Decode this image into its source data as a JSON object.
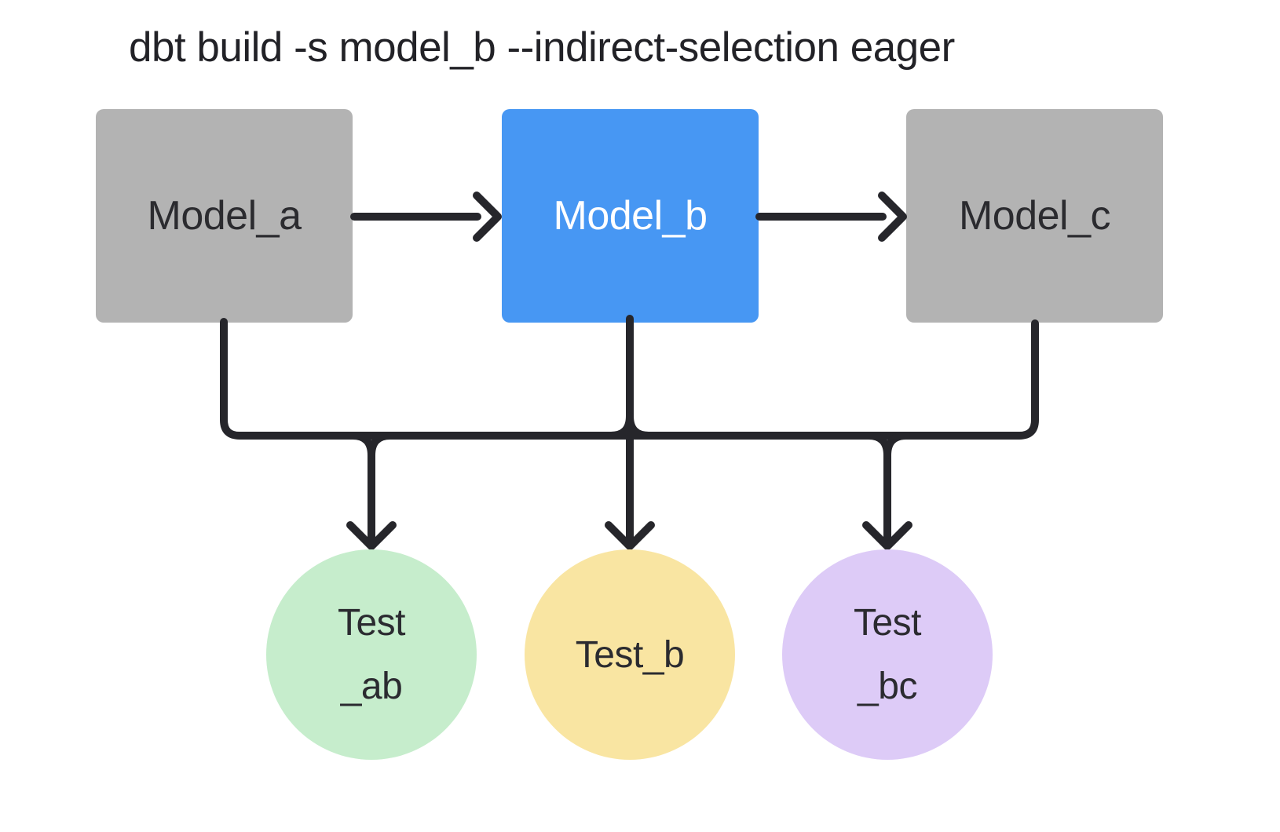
{
  "title": "dbt build -s model_b --indirect-selection eager",
  "models": [
    {
      "id": "model_a",
      "label": "Model_a",
      "selected": false,
      "fill": "#b3b3b3",
      "text_color": "#2b2b2f"
    },
    {
      "id": "model_b",
      "label": "Model_b",
      "selected": true,
      "fill": "#4797f3",
      "text_color": "#ffffff"
    },
    {
      "id": "model_c",
      "label": "Model_c",
      "selected": false,
      "fill": "#b3b3b3",
      "text_color": "#2b2b2f"
    }
  ],
  "tests": [
    {
      "id": "test_ab",
      "label_line1": "Test",
      "label_line2": "_ab",
      "fill": "#c6edcc"
    },
    {
      "id": "test_b",
      "label_line1": "Test_b",
      "label_line2": "",
      "fill": "#f9e5a2"
    },
    {
      "id": "test_bc",
      "label_line1": "Test",
      "label_line2": "_bc",
      "fill": "#ddcbf7"
    }
  ],
  "edges": [
    {
      "from": "model_a",
      "to": "model_b"
    },
    {
      "from": "model_b",
      "to": "model_c"
    },
    {
      "from": "model_a",
      "to": "test_ab"
    },
    {
      "from": "model_b",
      "to": "test_ab"
    },
    {
      "from": "model_b",
      "to": "test_b"
    },
    {
      "from": "model_b",
      "to": "test_bc"
    },
    {
      "from": "model_c",
      "to": "test_bc"
    }
  ],
  "colors": {
    "background": "#ffffff",
    "line": "#26262b",
    "node_gray": "#b3b3b3",
    "node_selected_blue": "#4797f3",
    "test_green": "#c6edcc",
    "test_yellow": "#f9e5a2",
    "test_purple": "#ddcbf7",
    "text_dark": "#26262b",
    "text_light": "#ffffff"
  }
}
